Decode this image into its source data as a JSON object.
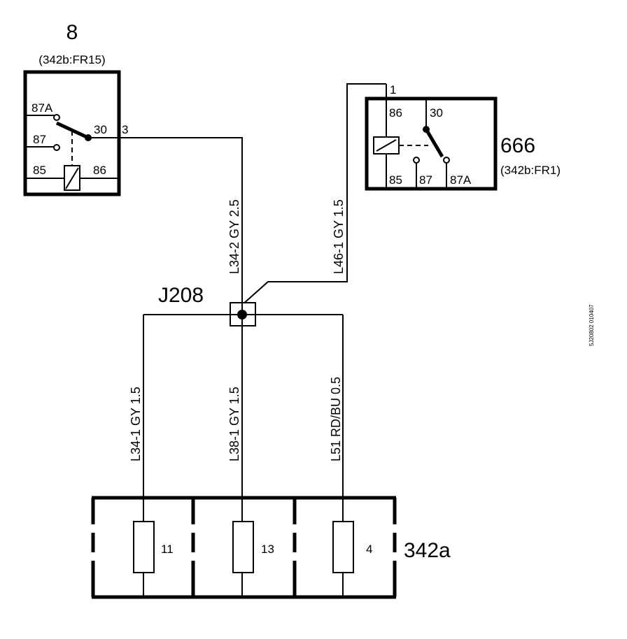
{
  "relay_8": {
    "number": "8",
    "reference": "(342b:FR15)",
    "pins": {
      "p87a": "87A",
      "p87": "87",
      "p30": "30",
      "p85": "85",
      "p86": "86"
    },
    "out_pin": "3"
  },
  "relay_666": {
    "number": "666",
    "reference": "(342b:FR1)",
    "in_pin": "1",
    "pins": {
      "p86": "86",
      "p30": "30",
      "p85": "85",
      "p87": "87",
      "p87a": "87A"
    }
  },
  "junction": {
    "label": "J208"
  },
  "wires": {
    "l34_2": "L34-2   GY   2.5",
    "l46_1": "L46-1   GY   1.5",
    "l34_1": "L34-1   GY   1.5",
    "l38_1": "L38-1   GY   1.5",
    "l51": "L51   RD/BU   0.5"
  },
  "fuse_box": {
    "label": "342a",
    "fuses": [
      "11",
      "13",
      "4"
    ]
  },
  "side_code": "5J20802  010407"
}
